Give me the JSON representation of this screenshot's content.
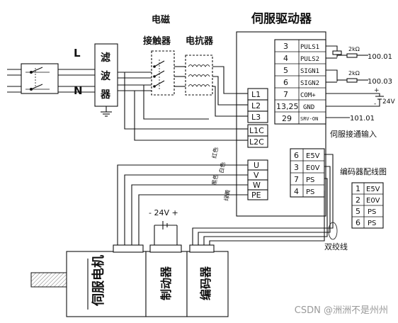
{
  "labels": {
    "servo_driver": "伺服驱动器",
    "contactor_line1": "电磁",
    "contactor_line2": "接触器",
    "reactor": "电抗器",
    "filter": "滤波器",
    "L": "L",
    "N": "N",
    "servo_input": "伺服接通输入",
    "encoder_wiring": "编码器配线图",
    "twisted_pair": "双绞线",
    "motor": "伺服电机",
    "brake": "制动器",
    "encoder": "编码器",
    "brake_voltage": "- 24V +",
    "v24": "24V",
    "plus": "+",
    "minus": "-",
    "res1": "2kΩ",
    "res2": "2kΩ",
    "v1": "100.01",
    "v2": "100.03",
    "v3": "101.01",
    "wire_u": "红色",
    "wire_v": "白色",
    "wire_w": "黑色",
    "wire_pe": "绿黄"
  },
  "power_terminals": [
    "L1",
    "L2",
    "L3",
    "L1C",
    "L2C"
  ],
  "motor_terminals": [
    "U",
    "V",
    "W",
    "PE"
  ],
  "control_terminals": [
    {
      "pin": "3",
      "name": "PULS1"
    },
    {
      "pin": "4",
      "name": "PULS2"
    },
    {
      "pin": "5",
      "name": "SIGN1"
    },
    {
      "pin": "6",
      "name": "SIGN2"
    },
    {
      "pin": "7",
      "name": "COM+"
    },
    {
      "pin": "13,25",
      "name": "GND"
    },
    {
      "pin": "29",
      "name": "SRV-ON"
    }
  ],
  "encoder_terminals": [
    {
      "pin": "6",
      "name": "E5V"
    },
    {
      "pin": "3",
      "name": "E0V"
    },
    {
      "pin": "7",
      "name": "PS"
    },
    {
      "pin": "4",
      "name": "PS"
    }
  ],
  "encoder_side_terminals": [
    {
      "pin": "1",
      "name": "E5V"
    },
    {
      "pin": "2",
      "name": "E0V"
    },
    {
      "pin": "5",
      "name": "PS"
    },
    {
      "pin": "6",
      "name": "PS"
    }
  ],
  "watermark": "CSDN @洲洲不是州州"
}
